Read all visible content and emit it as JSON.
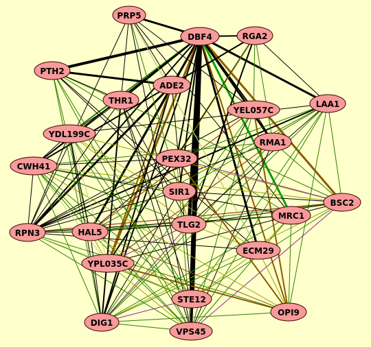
{
  "background": "#ffffcc",
  "colors": {
    "node_fill": "#f79a9a",
    "node_stroke": "#3a0000"
  },
  "edge_colors": {
    "black": "#000000",
    "brown": "#8b5a00",
    "dark_green": "#2e7d00",
    "green": "#00a000",
    "olive": "#9aa600",
    "light": "#c8d47a",
    "purple": "#8a2a8a",
    "maroon": "#7a1a00"
  },
  "nodes": [
    {
      "id": "PRP5",
      "label": "PRP5"
    },
    {
      "id": "DBF4",
      "label": "DBF4"
    },
    {
      "id": "RGA2",
      "label": "RGA2"
    },
    {
      "id": "PTH2",
      "label": "PTH2"
    },
    {
      "id": "ADE2",
      "label": "ADE2"
    },
    {
      "id": "THR1",
      "label": "THR1"
    },
    {
      "id": "YEL057C",
      "label": "YEL057C"
    },
    {
      "id": "LAA1",
      "label": "LAA1"
    },
    {
      "id": "YDL199C",
      "label": "YDL199C"
    },
    {
      "id": "RMA1",
      "label": "RMA1"
    },
    {
      "id": "PEX32",
      "label": "PEX32"
    },
    {
      "id": "CWH41",
      "label": "CWH41"
    },
    {
      "id": "SIR1",
      "label": "SIR1"
    },
    {
      "id": "BSC2",
      "label": "BSC2"
    },
    {
      "id": "MRC1",
      "label": "MRC1"
    },
    {
      "id": "TLG2",
      "label": "TLG2"
    },
    {
      "id": "RPN3",
      "label": "RPN3"
    },
    {
      "id": "HAL5",
      "label": "HAL5"
    },
    {
      "id": "ECM29",
      "label": "ECM29"
    },
    {
      "id": "YPL035C",
      "label": "YPL035C"
    },
    {
      "id": "STE12",
      "label": "STE12"
    },
    {
      "id": "OPI9",
      "label": "OPI9"
    },
    {
      "id": "DIG1",
      "label": "DIG1"
    },
    {
      "id": "VPS45",
      "label": "VPS45"
    }
  ],
  "edges": [
    [
      "DBF4",
      "STE12",
      "black",
      7
    ],
    [
      "DBF4",
      "TLG2",
      "black",
      5
    ],
    [
      "DBF4",
      "VPS45",
      "black",
      4
    ],
    [
      "DBF4",
      "PTH2",
      "black",
      4
    ],
    [
      "DBF4",
      "PRP5",
      "black",
      3
    ],
    [
      "DBF4",
      "HAL5",
      "black",
      3
    ],
    [
      "DBF4",
      "ECM29",
      "black",
      3
    ],
    [
      "DBF4",
      "LAA1",
      "black",
      3
    ],
    [
      "DBF4",
      "RGA2",
      "black",
      2
    ],
    [
      "DBF4",
      "YPL035C",
      "brown",
      3
    ],
    [
      "DBF4",
      "DIG1",
      "black",
      2
    ],
    [
      "DBF4",
      "RPN3",
      "black",
      2
    ],
    [
      "DBF4",
      "MRC1",
      "green",
      3
    ],
    [
      "DBF4",
      "BSC2",
      "brown",
      3
    ],
    [
      "DBF4",
      "RMA1",
      "black",
      3
    ],
    [
      "DBF4",
      "OPI9",
      "brown",
      2
    ],
    [
      "DBF4",
      "YDL199C",
      "dark_green",
      2
    ],
    [
      "DBF4",
      "SIR1",
      "black",
      2
    ],
    [
      "DBF4",
      "PEX32",
      "black",
      2
    ],
    [
      "DBF4",
      "ADE2",
      "black",
      2
    ],
    [
      "DBF4",
      "THR1",
      "black",
      2
    ],
    [
      "DBF4",
      "YEL057C",
      "black",
      2
    ],
    [
      "DBF4",
      "CWH41",
      "black",
      2
    ],
    [
      "ADE2",
      "RPN3",
      "black",
      3
    ],
    [
      "ADE2",
      "PTH2",
      "black",
      3
    ],
    [
      "ADE2",
      "DIG1",
      "black",
      2
    ],
    [
      "ADE2",
      "YPL035C",
      "brown",
      2
    ],
    [
      "ADE2",
      "HAL5",
      "black",
      2
    ],
    [
      "THR1",
      "DIG1",
      "black",
      2
    ],
    [
      "THR1",
      "STE12",
      "black",
      1
    ],
    [
      "RGA2",
      "TLG2",
      "black",
      2
    ],
    [
      "RGA2",
      "CWH41",
      "black",
      2
    ],
    [
      "RGA2",
      "YPL035C",
      "black",
      2
    ],
    [
      "PRP5",
      "MRC1",
      "black",
      1
    ],
    [
      "PRP5",
      "TLG2",
      "dark_green",
      1
    ],
    [
      "PRP5",
      "RPN3",
      "black",
      1
    ],
    [
      "PRP5",
      "VPS45",
      "black",
      1
    ],
    [
      "PRP5",
      "YEL057C",
      "black",
      1
    ],
    [
      "PRP5",
      "ECM29",
      "dark_green",
      1
    ],
    [
      "PTH2",
      "MRC1",
      "dark_green",
      1
    ],
    [
      "PTH2",
      "ECM29",
      "black",
      1
    ],
    [
      "PTH2",
      "STE12",
      "dark_green",
      1
    ],
    [
      "PTH2",
      "DIG1",
      "dark_green",
      1
    ],
    [
      "PTH2",
      "HAL5",
      "dark_green",
      1
    ],
    [
      "PTH2",
      "SIR1",
      "black",
      1
    ],
    [
      "LAA1",
      "RPN3",
      "black",
      2
    ],
    [
      "LAA1",
      "YDL199C",
      "black",
      1
    ],
    [
      "LAA1",
      "HAL5",
      "dark_green",
      1
    ],
    [
      "LAA1",
      "STE12",
      "dark_green",
      1
    ],
    [
      "LAA1",
      "DIG1",
      "dark_green",
      1
    ],
    [
      "LAA1",
      "VPS45",
      "dark_green",
      1
    ],
    [
      "LAA1",
      "OPI9",
      "dark_green",
      1
    ],
    [
      "LAA1",
      "BSC2",
      "dark_green",
      1
    ],
    [
      "YEL057C",
      "OPI9",
      "brown",
      2
    ],
    [
      "YEL057C",
      "RPN3",
      "black",
      1
    ],
    [
      "YEL057C",
      "HAL5",
      "maroon",
      1
    ],
    [
      "YEL057C",
      "VPS45",
      "dark_green",
      1
    ],
    [
      "YEL057C",
      "DIG1",
      "dark_green",
      1
    ],
    [
      "RMA1",
      "RPN3",
      "black",
      1
    ],
    [
      "RMA1",
      "YPL035C",
      "maroon",
      1
    ],
    [
      "RMA1",
      "VPS45",
      "black",
      1
    ],
    [
      "RMA1",
      "DIG1",
      "dark_green",
      1
    ],
    [
      "RMA1",
      "CWH41",
      "dark_green",
      1
    ],
    [
      "BSC2",
      "RPN3",
      "maroon",
      1
    ],
    [
      "BSC2",
      "YDL199C",
      "olive",
      1
    ],
    [
      "BSC2",
      "PTH2",
      "dark_green",
      1
    ],
    [
      "BSC2",
      "STE12",
      "dark_green",
      1
    ],
    [
      "BSC2",
      "VPS45",
      "purple",
      1
    ],
    [
      "BSC2",
      "DIG1",
      "olive",
      1
    ],
    [
      "BSC2",
      "CWH41",
      "olive",
      1
    ],
    [
      "BSC2",
      "HAL5",
      "dark_green",
      1
    ],
    [
      "MRC1",
      "RPN3",
      "black",
      1
    ],
    [
      "MRC1",
      "YPL035C",
      "black",
      1
    ],
    [
      "MRC1",
      "DIG1",
      "dark_green",
      1
    ],
    [
      "MRC1",
      "VPS45",
      "dark_green",
      1
    ],
    [
      "MRC1",
      "CWH41",
      "black",
      1
    ],
    [
      "MRC1",
      "HAL5",
      "dark_green",
      1
    ],
    [
      "ECM29",
      "RPN3",
      "black",
      1
    ],
    [
      "ECM29",
      "CWH41",
      "olive",
      1
    ],
    [
      "ECM29",
      "DIG1",
      "dark_green",
      1
    ],
    [
      "ECM29",
      "YDL199C",
      "olive",
      1
    ],
    [
      "ECM29",
      "PRP5",
      "light",
      1
    ],
    [
      "OPI9",
      "DIG1",
      "dark_green",
      1
    ],
    [
      "OPI9",
      "HAL5",
      "brown",
      1
    ],
    [
      "OPI9",
      "YPL035C",
      "brown",
      2
    ],
    [
      "OPI9",
      "PEX32",
      "brown",
      2
    ],
    [
      "OPI9",
      "CWH41",
      "olive",
      1
    ],
    [
      "OPI9",
      "RPN3",
      "dark_green",
      1
    ],
    [
      "VPS45",
      "RPN3",
      "dark_green",
      1
    ],
    [
      "VPS45",
      "CWH41",
      "dark_green",
      1
    ],
    [
      "VPS45",
      "YDL199C",
      "dark_green",
      1
    ],
    [
      "VPS45",
      "THR1",
      "black",
      1
    ],
    [
      "VPS45",
      "PTH2",
      "dark_green",
      1
    ],
    [
      "VPS45",
      "HAL5",
      "dark_green",
      1
    ],
    [
      "DIG1",
      "CWH41",
      "dark_green",
      1
    ],
    [
      "DIG1",
      "YDL199C",
      "black",
      1
    ],
    [
      "DIG1",
      "TLG2",
      "purple",
      1
    ],
    [
      "DIG1",
      "STE12",
      "purple",
      1
    ],
    [
      "DIG1",
      "HAL5",
      "black",
      1
    ],
    [
      "STE12",
      "CWH41",
      "dark_green",
      1
    ],
    [
      "STE12",
      "YDL199C",
      "dark_green",
      1
    ],
    [
      "STE12",
      "RPN3",
      "dark_green",
      1
    ],
    [
      "STE12",
      "HAL5",
      "olive",
      1
    ],
    [
      "STE12",
      "ADE2",
      "black",
      1
    ],
    [
      "TLG2",
      "RPN3",
      "dark_green",
      1
    ],
    [
      "TLG2",
      "CWH41",
      "dark_green",
      1
    ],
    [
      "TLG2",
      "YDL199C",
      "olive",
      1
    ],
    [
      "TLG2",
      "HAL5",
      "black",
      1
    ],
    [
      "TLG2",
      "YPL035C",
      "purple",
      1
    ],
    [
      "TLG2",
      "BSC2",
      "black",
      1
    ],
    [
      "TLG2",
      "YEL057C",
      "black",
      1
    ],
    [
      "TLG2",
      "LAA1",
      "black",
      1
    ],
    [
      "TLG2",
      "THR1",
      "black",
      1
    ],
    [
      "PEX32",
      "RPN3",
      "black",
      1
    ],
    [
      "PEX32",
      "CWH41",
      "black",
      1
    ],
    [
      "PEX32",
      "LAA1",
      "dark_green",
      1
    ],
    [
      "PEX32",
      "BSC2",
      "purple",
      1
    ],
    [
      "PEX32",
      "VPS45",
      "dark_green",
      1
    ],
    [
      "PEX32",
      "HAL5",
      "black",
      1
    ],
    [
      "SIR1",
      "CWH41",
      "dark_green",
      1
    ],
    [
      "SIR1",
      "BSC2",
      "black",
      1
    ],
    [
      "SIR1",
      "RPN3",
      "black",
      1
    ],
    [
      "SIR1",
      "DIG1",
      "black",
      1
    ],
    [
      "SIR1",
      "LAA1",
      "dark_green",
      1
    ],
    [
      "HAL5",
      "CWH41",
      "dark_green",
      1
    ],
    [
      "HAL5",
      "YDL199C",
      "black",
      1
    ],
    [
      "HAL5",
      "RPN3",
      "black",
      1
    ],
    [
      "YPL035C",
      "YDL199C",
      "light",
      1
    ],
    [
      "YPL035C",
      "CWH41",
      "light",
      1
    ],
    [
      "YPL035C",
      "RPN3",
      "light",
      1
    ],
    [
      "YPL035C",
      "VPS45",
      "olive",
      1
    ],
    [
      "YPL035C",
      "STE12",
      "olive",
      1
    ],
    [
      "YDL199C",
      "THR1",
      "black",
      1
    ],
    [
      "YDL199C",
      "CWH41",
      "black",
      1
    ],
    [
      "YDL199C",
      "RPN3",
      "black",
      1
    ],
    [
      "THR1",
      "RPN3",
      "black",
      1
    ],
    [
      "THR1",
      "PTH2",
      "black",
      1
    ],
    [
      "THR1",
      "CWH41",
      "black",
      1
    ],
    [
      "CWH41",
      "RPN3",
      "black",
      1
    ],
    [
      "PRP5",
      "THR1",
      "black",
      1
    ],
    [
      "PRP5",
      "ADE2",
      "black",
      1
    ],
    [
      "RGA2",
      "ADE2",
      "black",
      1
    ],
    [
      "RGA2",
      "LAA1",
      "black",
      1
    ],
    [
      "RGA2",
      "YEL057C",
      "dark_green",
      1
    ],
    [
      "RGA2",
      "RMA1",
      "dark_green",
      1
    ],
    [
      "RGA2",
      "PEX32",
      "olive",
      1
    ],
    [
      "YEL057C",
      "RMA1",
      "black",
      1
    ],
    [
      "RMA1",
      "BSC2",
      "dark_green",
      1
    ],
    [
      "MRC1",
      "BSC2",
      "black",
      1
    ],
    [
      "MRC1",
      "OPI9",
      "dark_green",
      1
    ],
    [
      "ECM29",
      "OPI9",
      "olive",
      1
    ],
    [
      "ECM29",
      "STE12",
      "olive",
      1
    ],
    [
      "SIR1",
      "PEX32",
      "olive",
      1
    ],
    [
      "TLG2",
      "SIR1",
      "olive",
      1
    ],
    [
      "ECM29",
      "MRC1",
      "olive",
      1
    ],
    [
      "YPL035C",
      "HAL5",
      "olive",
      1
    ],
    [
      "STE12",
      "VPS45",
      "black",
      1
    ],
    [
      "DIG1",
      "VPS45",
      "dark_green",
      1
    ]
  ]
}
